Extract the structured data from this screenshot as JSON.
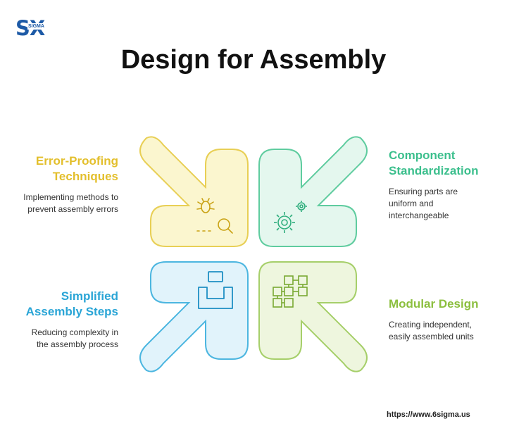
{
  "logo": {
    "main": "SX",
    "small": "SIGMA"
  },
  "title": "Design for Assembly",
  "quadrants": [
    {
      "heading_line1": "Error-Proofing",
      "heading_line2": "Techniques",
      "desc_line1": "Implementing methods to",
      "desc_line2": "prevent assembly errors",
      "color": "#e3bf2c",
      "fill": "#fbf6cf",
      "stroke": "#e8cf55",
      "icon": "bug-magnifier-icon"
    },
    {
      "heading_line1": "Component",
      "heading_line2": "Standardization",
      "desc_line1": "Ensuring parts are",
      "desc_line2": "uniform and",
      "desc_line3": "interchangeable",
      "color": "#3cbf8d",
      "fill": "#e4f7ee",
      "stroke": "#5fcc9f",
      "icon": "gears-icon"
    },
    {
      "heading_line1": "Simplified",
      "heading_line2": "Assembly Steps",
      "desc_line1": "Reducing complexity in",
      "desc_line2": "the assembly process",
      "color": "#2aa5d6",
      "fill": "#e1f3fb",
      "stroke": "#4cb6e0",
      "icon": "assembly-parts-icon"
    },
    {
      "heading_line1": "Modular Design",
      "desc_line1": "Creating independent,",
      "desc_line2": "easily assembled units",
      "color": "#8cbf3f",
      "fill": "#eef6de",
      "stroke": "#a6cf6a",
      "icon": "modules-icon"
    }
  ],
  "footer": {
    "url": "https://www.6sigma.us"
  }
}
